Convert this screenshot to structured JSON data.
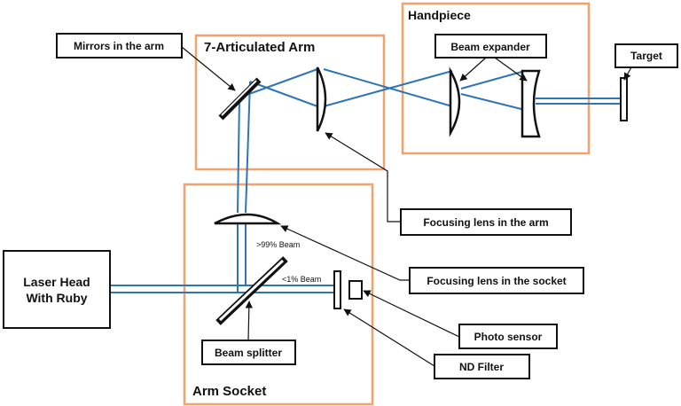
{
  "groups": {
    "arm": "7-Articulated Arm",
    "handpiece": "Handpiece",
    "socket": "Arm Socket"
  },
  "labels": {
    "mirrors": "Mirrors in the arm",
    "beam_expander": "Beam expander",
    "target": "Target",
    "laser_head_line1": "Laser Head",
    "laser_head_line2": "With Ruby",
    "focusing_arm": "Focusing lens in the arm",
    "focusing_socket": "Focusing lens in the socket",
    "photo_sensor": "Photo sensor",
    "nd_filter": "ND Filter",
    "beam_splitter": "Beam splitter"
  },
  "annotations": {
    "beam_99": ">99% Beam",
    "beam_1": "<1% Beam"
  },
  "colors": {
    "frame": "#f2a36b",
    "beam": "#2e75b6",
    "ink": "#111111"
  }
}
